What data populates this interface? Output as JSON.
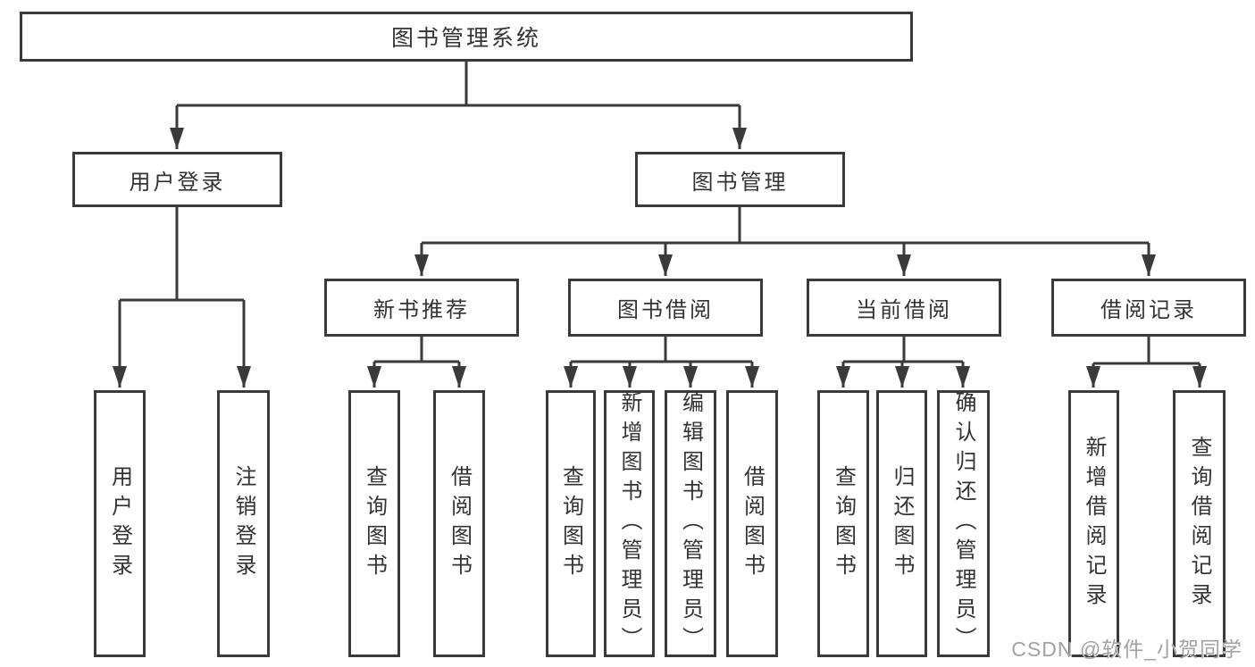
{
  "diagram_title": "图书管理系统",
  "tree": {
    "root": {
      "label": "图书管理系统"
    },
    "branches": [
      {
        "label": "用户登录",
        "children": [
          {
            "label": "用户登录"
          },
          {
            "label": "注销登录"
          }
        ]
      },
      {
        "label": "图书管理",
        "groups": [
          {
            "label": "新书推荐",
            "children": [
              {
                "label": "查询图书"
              },
              {
                "label": "借阅图书"
              }
            ]
          },
          {
            "label": "图书借阅",
            "children": [
              {
                "label": "查询图书"
              },
              {
                "label": "新增图书（管理员）"
              },
              {
                "label": "编辑图书（管理员）"
              },
              {
                "label": "借阅图书"
              }
            ]
          },
          {
            "label": "当前借阅",
            "children": [
              {
                "label": "查询图书"
              },
              {
                "label": "归还图书"
              },
              {
                "label": "确认归还（管理员）"
              }
            ]
          },
          {
            "label": "借阅记录",
            "children": [
              {
                "label": "新增借阅记录"
              },
              {
                "label": "查询借阅记录"
              }
            ]
          }
        ]
      }
    ]
  },
  "watermark": {
    "text": "CSDN @软件_小贺同学"
  },
  "colors": {
    "line": "#3a3a3a",
    "box_border": "#3a3a3a",
    "box_background": "#ffffff",
    "text": "#333333",
    "watermark": "#a2a2a2",
    "background": "#ffffff"
  }
}
